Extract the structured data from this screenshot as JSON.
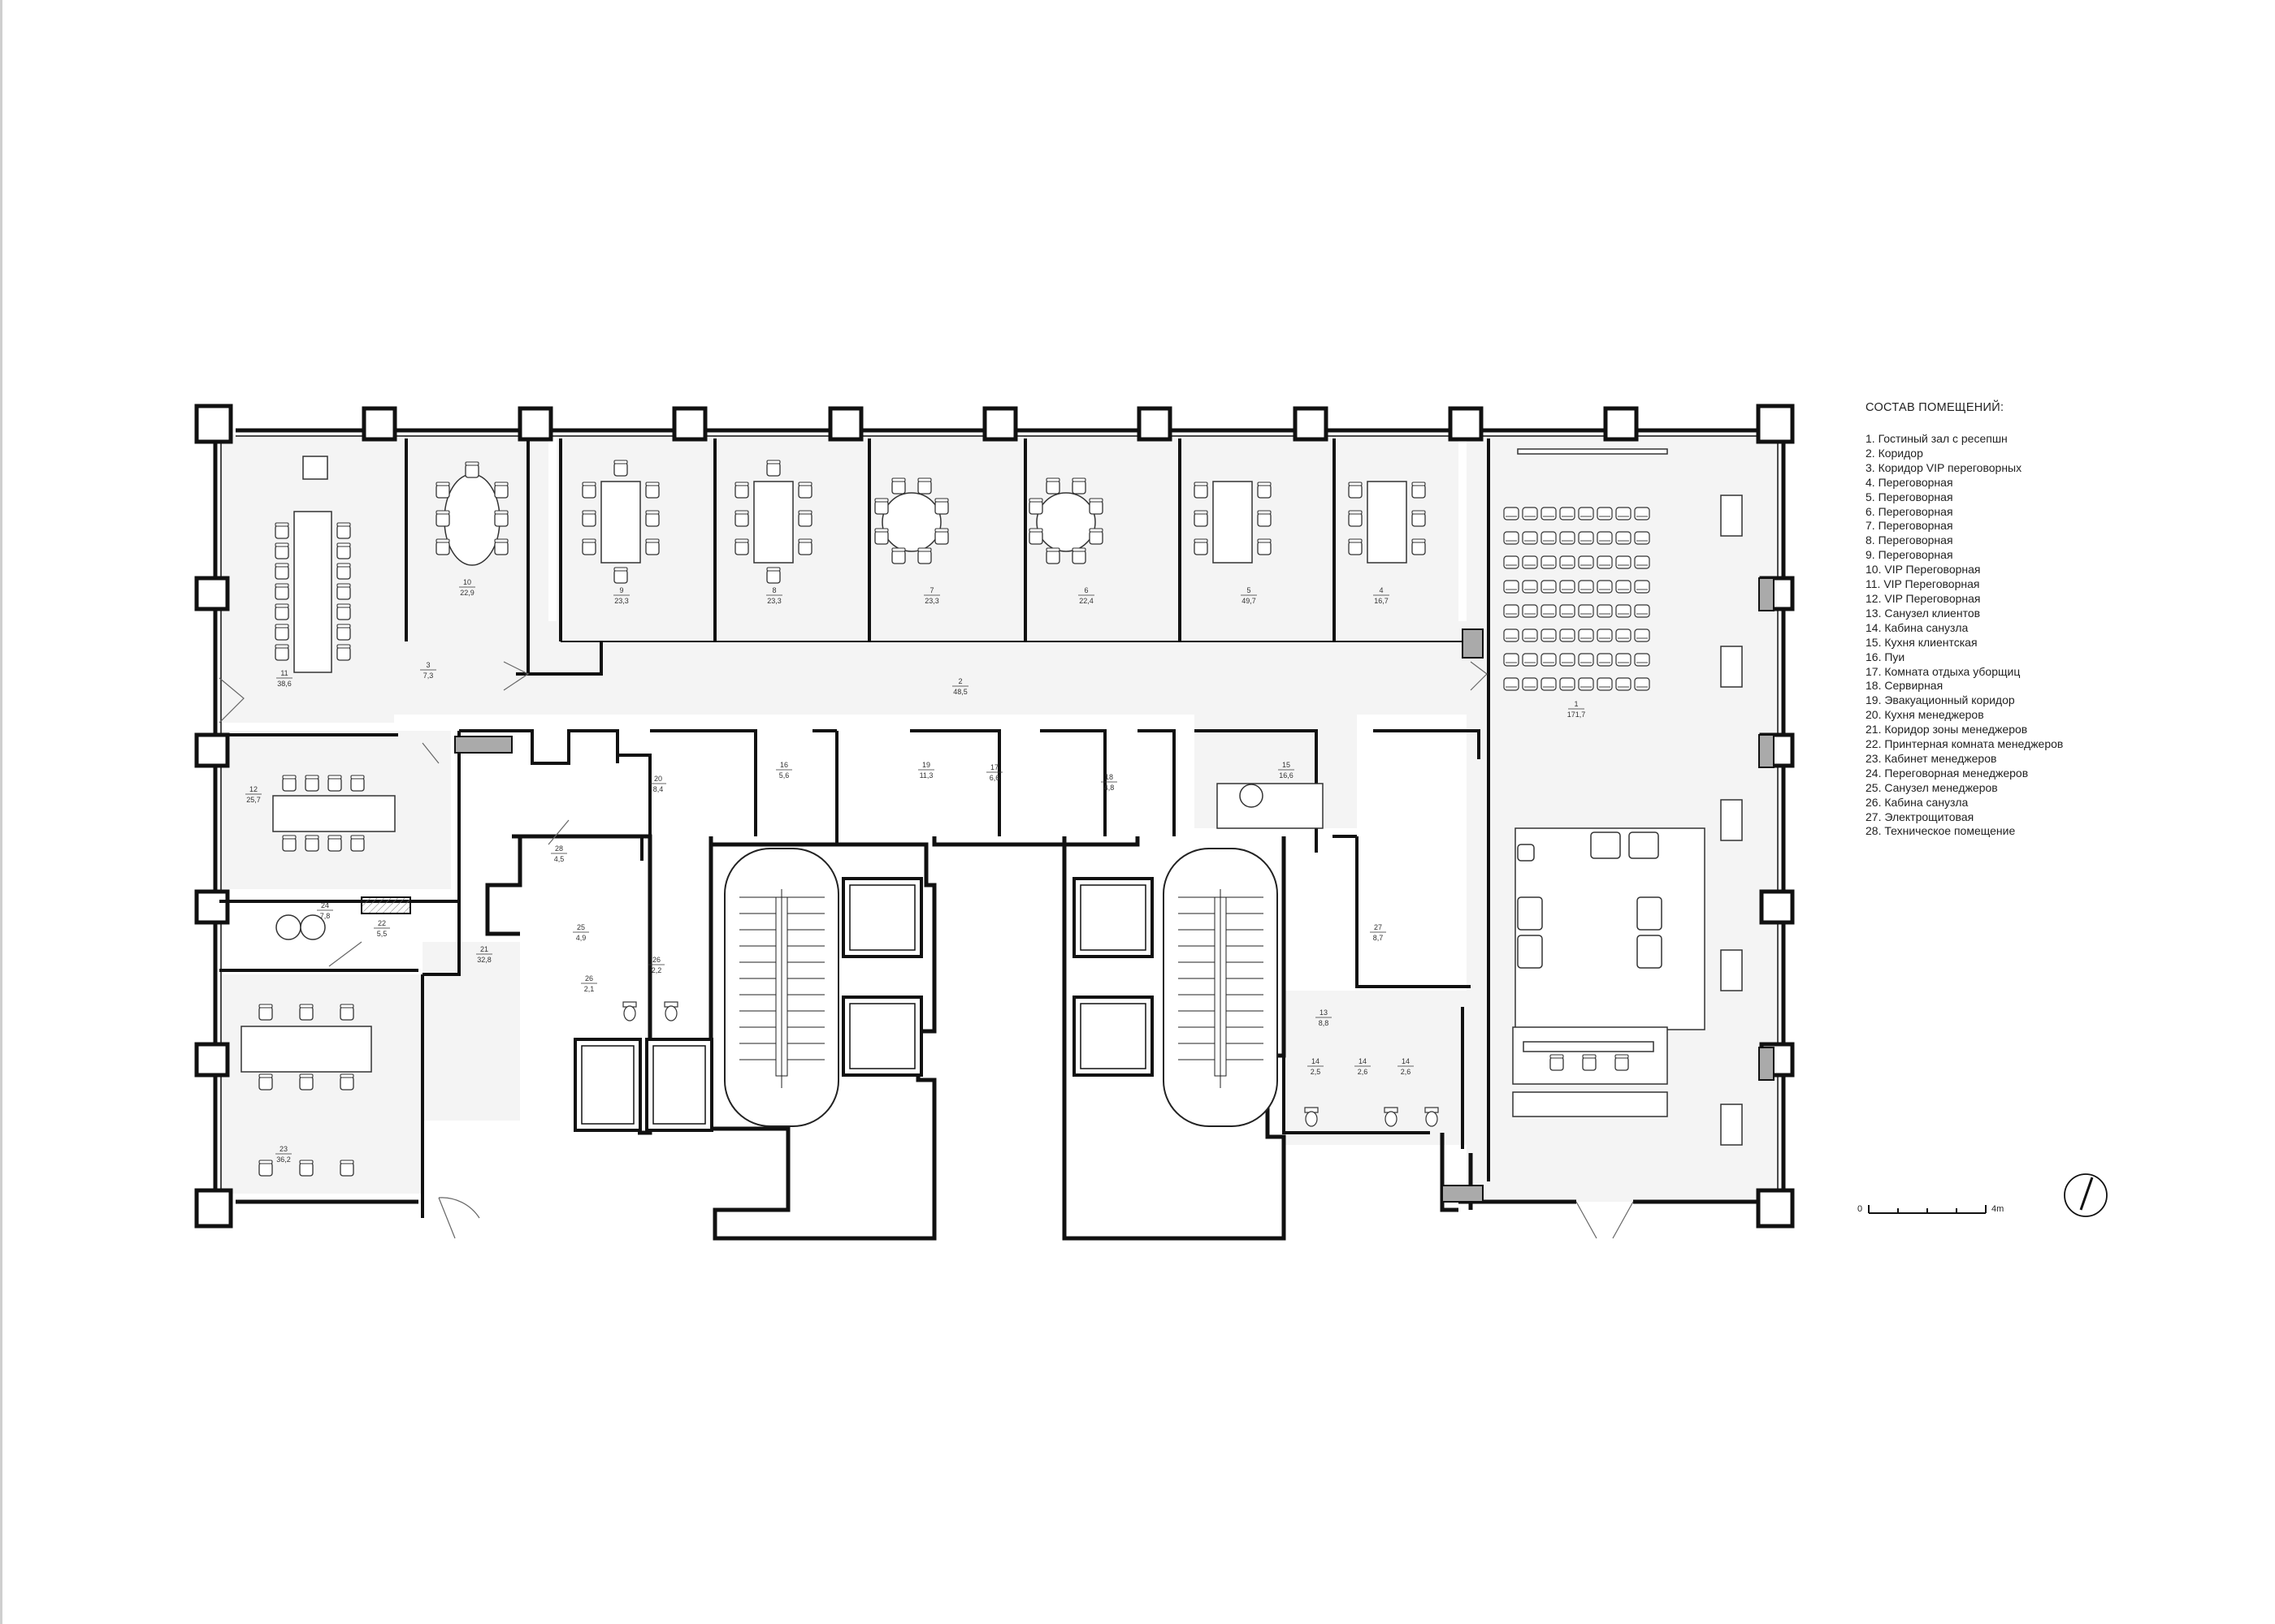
{
  "legend": {
    "title": "СОСТАВ ПОМЕЩЕНИЙ:",
    "items": [
      "1. Гостиный зал с ресепшн",
      "2. Коридор",
      "3. Коридор VIP переговорных",
      "4. Переговорная",
      "5. Переговорная",
      "6. Переговорная",
      "7. Переговорная",
      "8. Переговорная",
      "9. Переговорная",
      "10. VIP Переговорная",
      "11. VIP Переговорная",
      "12. VIP Переговорная",
      "13. Санузел клиентов",
      "14. Кабина санузла",
      "15. Кухня клиентская",
      "16. Пуи",
      "17. Комната отдыха уборщиц",
      "18. Сервирная",
      "19. Эвакуационный коридор",
      "20. Кухня менеджеров",
      "21. Коридор зоны менеджеров",
      "22. Принтерная комната менеджеров",
      "23. Кабинет менеджеров",
      "24. Переговорная менеджеров",
      "25. Санузел менеджеров",
      "26. Кабина санузла",
      "27. Электрощитовая",
      "28. Техническое помещение"
    ]
  },
  "scale": {
    "start": "0",
    "end": "4m"
  },
  "rooms": [
    {
      "num": "11",
      "area": "38,6"
    },
    {
      "num": "10",
      "area": "22,9"
    },
    {
      "num": "3",
      "area": "7,3"
    },
    {
      "num": "9",
      "area": "23,3"
    },
    {
      "num": "8",
      "area": "23,3"
    },
    {
      "num": "7",
      "area": "23,3"
    },
    {
      "num": "6",
      "area": "22,4"
    },
    {
      "num": "5",
      "area": "49,7"
    },
    {
      "num": "4",
      "area": "16,7"
    },
    {
      "num": "2",
      "area": "48,5"
    },
    {
      "num": "1",
      "area": "171,7"
    },
    {
      "num": "12",
      "area": "25,7"
    },
    {
      "num": "20",
      "area": "8,4"
    },
    {
      "num": "16",
      "area": "5,6"
    },
    {
      "num": "19",
      "area": "11,3"
    },
    {
      "num": "17",
      "area": "6,6"
    },
    {
      "num": "18",
      "area": "4,8"
    },
    {
      "num": "15",
      "area": "16,6"
    },
    {
      "num": "28",
      "area": "4,5"
    },
    {
      "num": "24",
      "area": "7,8"
    },
    {
      "num": "22",
      "area": "5,5"
    },
    {
      "num": "25",
      "area": "4,9"
    },
    {
      "num": "21",
      "area": "32,8"
    },
    {
      "num": "26",
      "area": "2,1"
    },
    {
      "num": "26",
      "area": "2,2"
    },
    {
      "num": "27",
      "area": "8,7"
    },
    {
      "num": "13",
      "area": "8,8"
    },
    {
      "num": "14",
      "area": "2,5"
    },
    {
      "num": "14",
      "area": "2,6"
    },
    {
      "num": "14",
      "area": "2,6"
    },
    {
      "num": "23",
      "area": "36,2"
    }
  ]
}
